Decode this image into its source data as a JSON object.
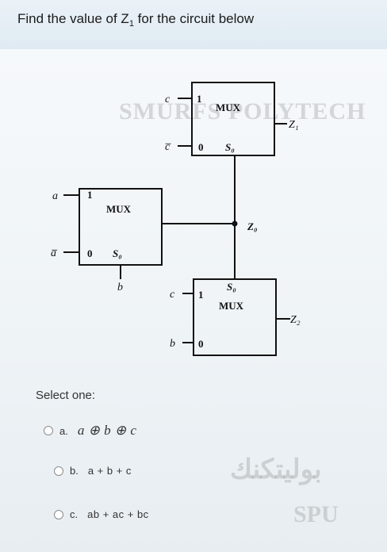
{
  "question": {
    "prefix": "Find  the value of  Z",
    "subscript": "1",
    "suffix": "  for the circuit below"
  },
  "watermark": {
    "line1": "SMURFS POLYTECH",
    "line2": "SPU",
    "arabic": "بوليتكنك"
  },
  "diagram": {
    "mux1": {
      "title": "MUX",
      "in1": "a",
      "in0": "a̅",
      "sel": "S₀",
      "sel_input": "b"
    },
    "mux2": {
      "title": "MUX",
      "in1": "c",
      "in0": "c̅",
      "sel": "S₀",
      "out": "Z₁"
    },
    "mux3": {
      "title": "MUX",
      "in1": "c",
      "in0": "b",
      "sel": "S₀",
      "out": "Z₂"
    },
    "one": "1",
    "zero": "0",
    "node": "Z₀"
  },
  "select_label": "Select one:",
  "options": [
    {
      "letter": "a.",
      "text": "a ⊕ b ⊕ c"
    },
    {
      "letter": "b.",
      "text": "a + b + c"
    },
    {
      "letter": "c.",
      "text": "ab + ac + bc"
    }
  ]
}
